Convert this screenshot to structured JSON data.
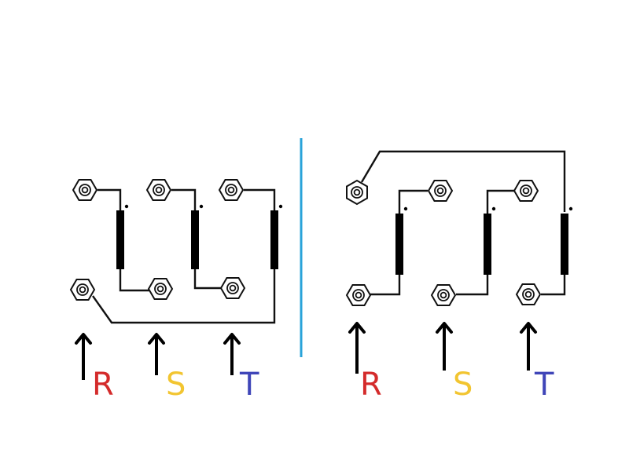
{
  "colors": {
    "wire": "#111111",
    "divider": "#29a3d9",
    "R": "#d42b2b",
    "S": "#f2c531",
    "T": "#3f45b8"
  },
  "left_panel": {
    "phases": [
      {
        "label": "R",
        "color": "#d42b2b"
      },
      {
        "label": "S",
        "color": "#f2c531"
      },
      {
        "label": "T",
        "color": "#3f45b8"
      }
    ]
  },
  "right_panel": {
    "phases": [
      {
        "label": "R",
        "color": "#d42b2b"
      },
      {
        "label": "S",
        "color": "#f2c531"
      },
      {
        "label": "T",
        "color": "#3f45b8"
      }
    ]
  },
  "icons": {
    "terminal": "hex-nut-terminal-icon",
    "winding": "coil-winding-icon",
    "arrow": "arrow-up-icon"
  }
}
